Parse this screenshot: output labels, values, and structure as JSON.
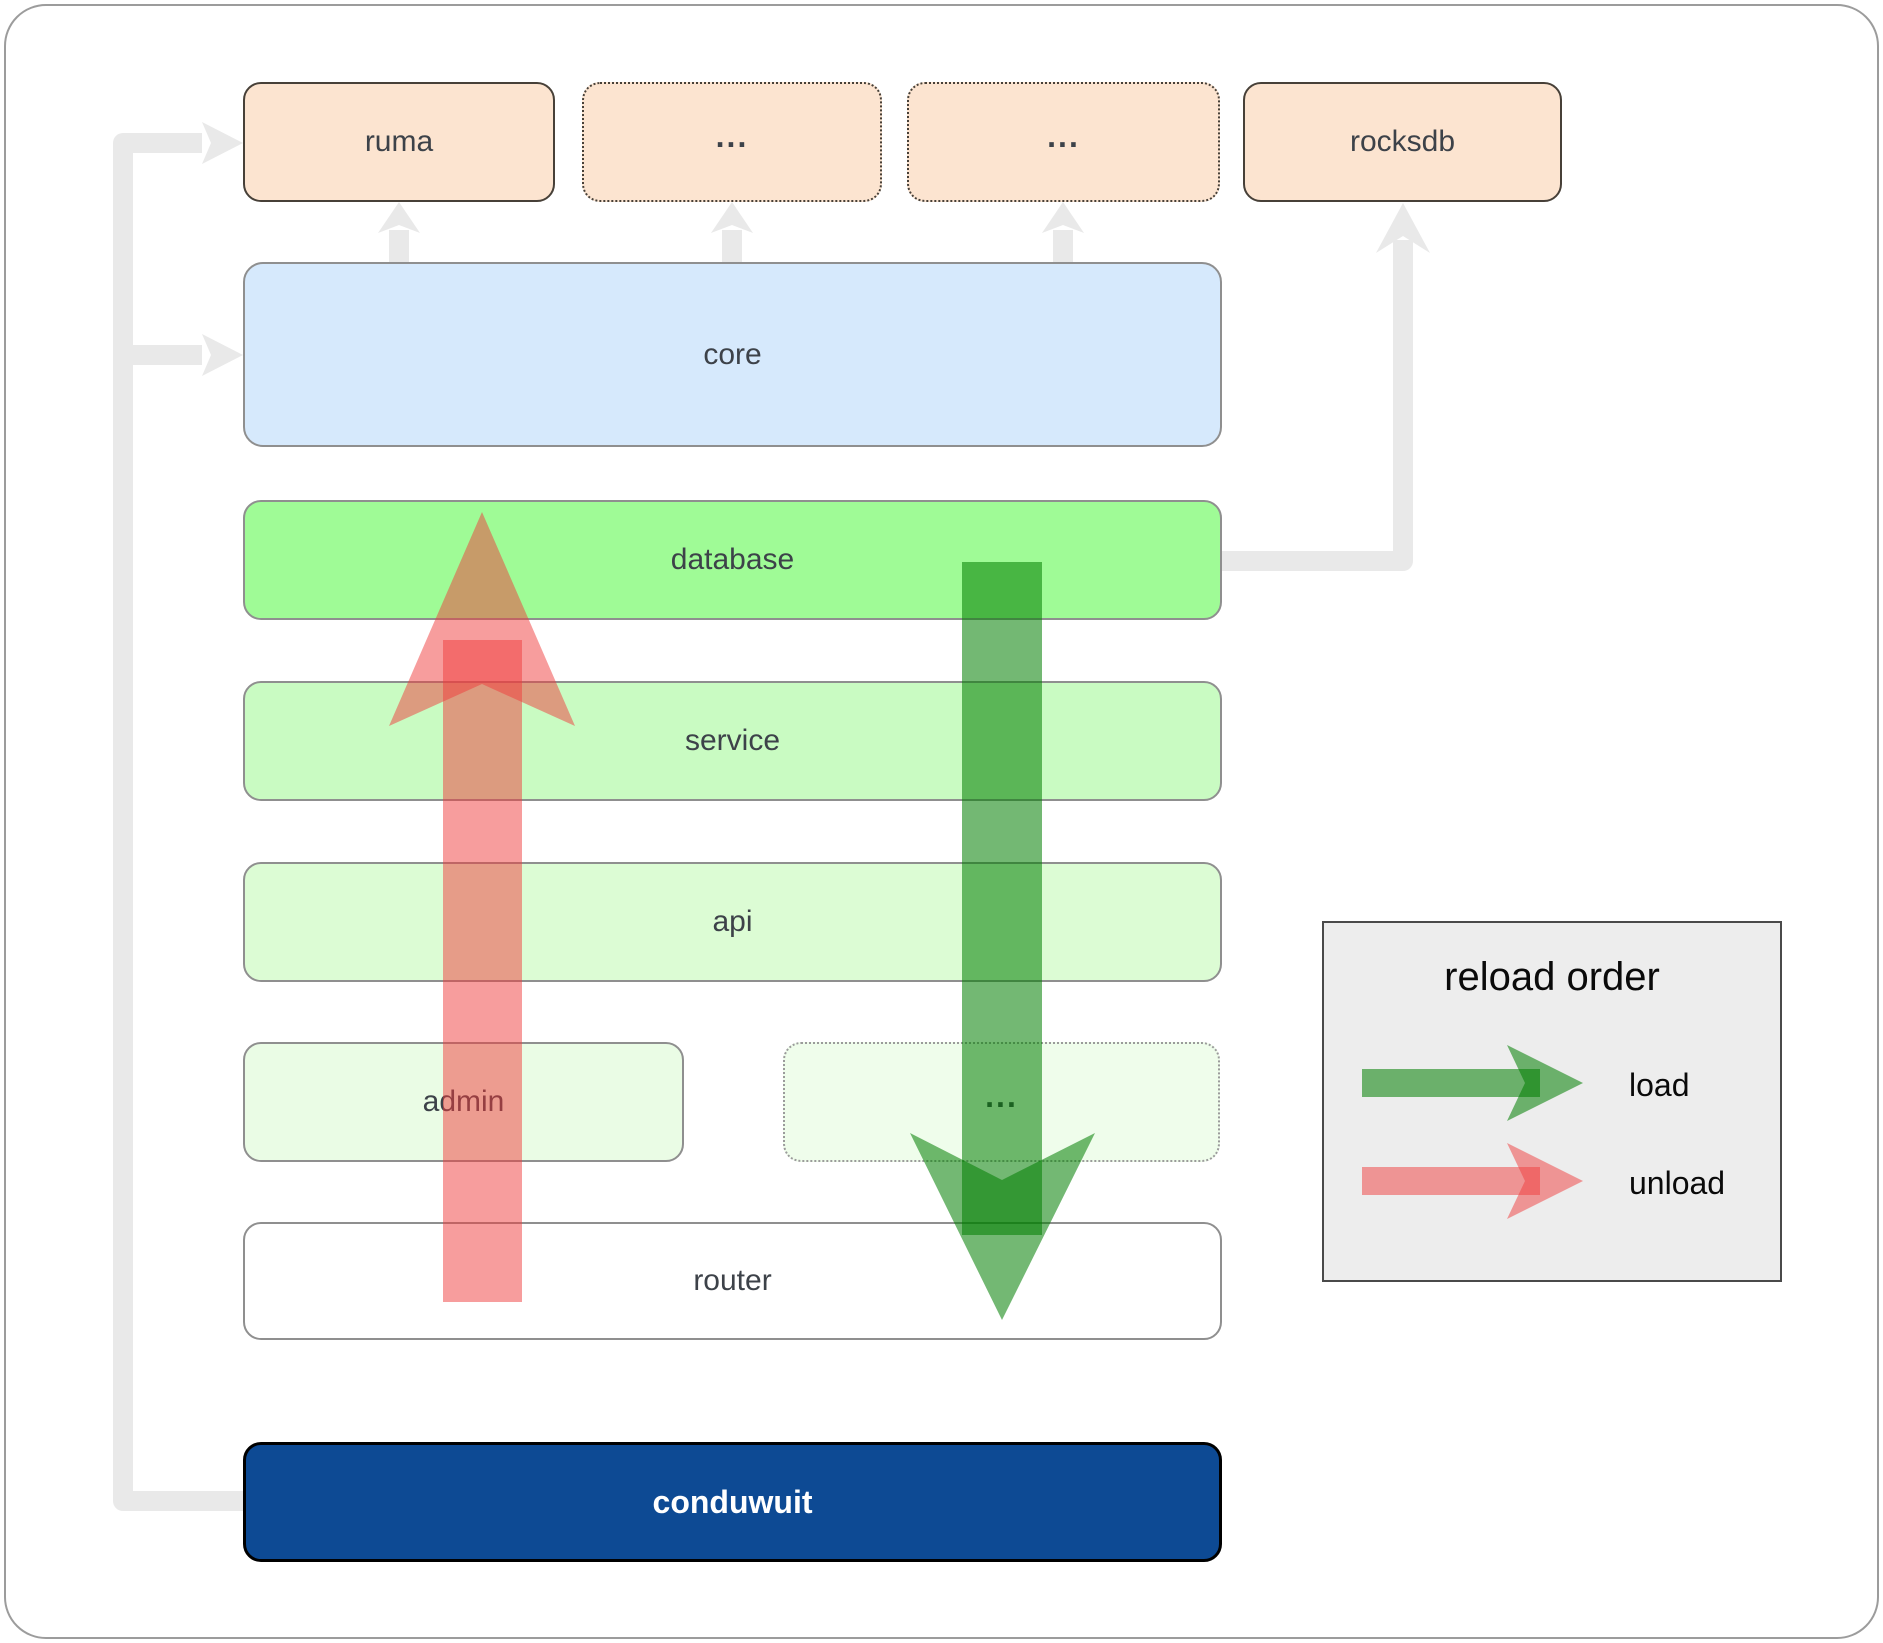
{
  "boxes": {
    "ruma": "ruma",
    "dots1": "...",
    "dots2": "...",
    "rocksdb": "rocksdb",
    "core": "core",
    "database": "database",
    "service": "service",
    "api": "api",
    "admin": "admin",
    "dots3": "...",
    "router": "router",
    "conduwuit": "conduwuit"
  },
  "legend": {
    "title": "reload order",
    "load_label": "load",
    "unload_label": "unload"
  },
  "colors": {
    "peach": "#fce4d0",
    "core_blue": "#d6e9fc",
    "database_green": "#9ffb96",
    "service_green": "#c9fbc2",
    "api_green": "#dcfcd4",
    "admin_green": "#eafce5",
    "dots3_green": "#effdeb",
    "router_white": "#ffffff",
    "conduwuit_navy": "#0d4a94",
    "load_arrow_green": "#007d00",
    "unload_arrow_red": "#ef3b3b",
    "connector_gray": "#e9e9e9",
    "legend_bg": "#ededed",
    "label_dark": "#3d4249"
  }
}
